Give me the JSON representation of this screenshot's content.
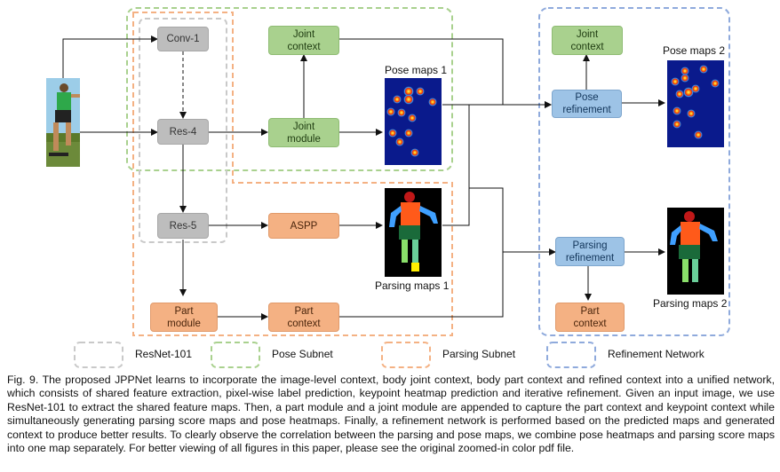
{
  "nodes": {
    "conv1": "Conv-1",
    "res4": "Res-4",
    "res5": "Res-5",
    "part_module": [
      "Part",
      "module"
    ],
    "joint_context_1": [
      "Joint",
      "context"
    ],
    "joint_module": [
      "Joint",
      "module"
    ],
    "aspp": "ASPP",
    "part_context_1": [
      "Part",
      "context"
    ],
    "joint_context_2": [
      "Joint",
      "context"
    ],
    "pose_refinement": [
      "Pose",
      "refinement"
    ],
    "parsing_refinement": [
      "Parsing",
      "refinement"
    ],
    "part_context_2": [
      "Part",
      "context"
    ]
  },
  "map_labels": {
    "pose_maps_1": "Pose maps 1",
    "parsing_maps_1": "Parsing maps 1",
    "pose_maps_2": "Pose maps 2",
    "parsing_maps_2": "Parsing maps 2"
  },
  "legend": [
    {
      "label": "ResNet-101",
      "color": "#c9c9c9"
    },
    {
      "label": "Pose Subnet",
      "color": "#a9d18e"
    },
    {
      "label": "Parsing Subnet",
      "color": "#f4b183"
    },
    {
      "label": "Refinement Network",
      "color": "#8faadc"
    }
  ],
  "colors": {
    "gray": "#bdbdbd",
    "green": "#a9d18e",
    "orange": "#f4b183",
    "blue": "#9dc3e6",
    "heatmap_bg": "#0a1a8c"
  },
  "caption": "Fig. 9. The proposed JPPNet learns to incorporate the image-level context, body joint context, body part context and refined context into a unified network, which consists of shared feature extraction, pixel-wise label prediction, keypoint heatmap prediction and iterative refinement. Given an input image, we use ResNet-101 to extract the shared feature maps. Then, a part module and a joint module are appended to capture the part context and keypoint context while simultaneously generating parsing score maps and pose heatmaps. Finally, a refinement network is performed based on the predicted maps and generated context to produce better results. To clearly observe the correlation between the parsing and pose maps, we combine pose heatmaps and parsing score maps into one map separately. For better viewing of all figures in this paper, please see the original zoomed-in color pdf file."
}
